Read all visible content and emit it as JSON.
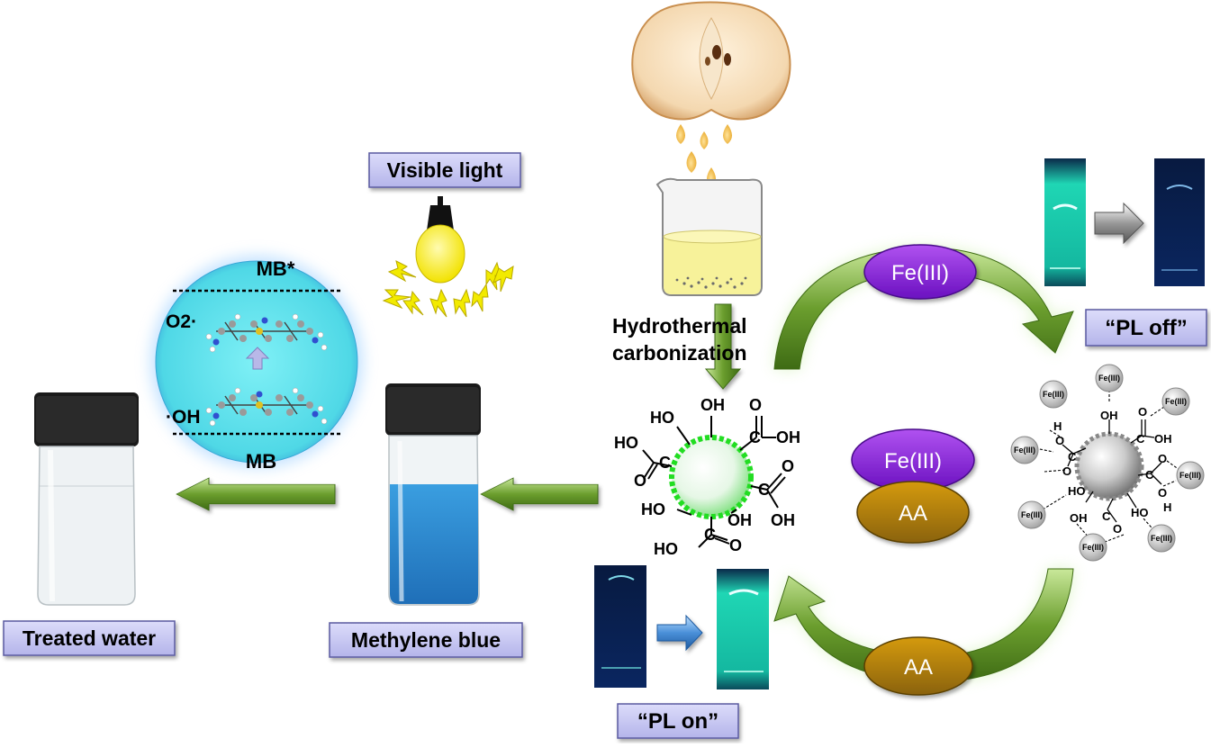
{
  "labels": {
    "visible_light": "Visible light",
    "hydrothermal_line1": "Hydrothermal",
    "hydrothermal_line2": "carbonization",
    "pl_off": "“PL off”",
    "pl_on": "“PL on”",
    "treated_water": "Treated water",
    "methylene_blue": "Methylene blue",
    "mb_star": "MB*",
    "mb": "MB",
    "o2_radical": "O2·",
    "oh_radical": "·OH"
  },
  "ovals": {
    "fe_top": "Fe(III)",
    "fe_center": "Fe(III)",
    "aa_center": "AA",
    "aa_bottom": "AA"
  },
  "cd_groups": {
    "oh": "OH",
    "ho": "HO",
    "o": "O",
    "c": "C",
    "h": "H"
  },
  "fe_bead": "Fe(III)",
  "colors": {
    "label_box": "#c9c9f4",
    "fe_oval": "#8a2be2",
    "aa_oval": "#b8860b",
    "green_arrow": "#4f7f1f",
    "cyan_circle": "#5fe3ee",
    "carbon_dot_edge": "#22dd22"
  }
}
